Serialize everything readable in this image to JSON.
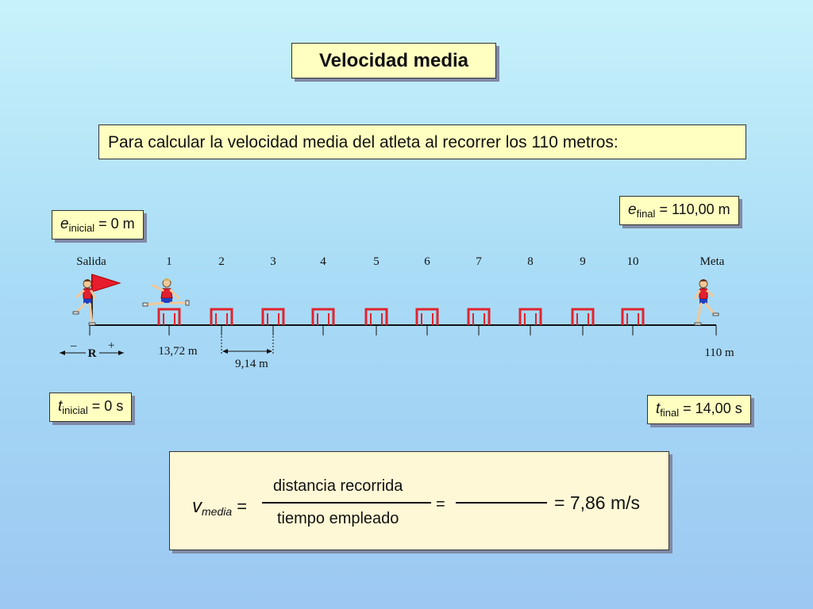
{
  "title": "Velocidad media",
  "intro": "Para calcular la velocidad media del atleta al recorrer los 110 metros:",
  "e_initial": {
    "symbol": "e",
    "sub": "inicial",
    "rest": " = 0 m"
  },
  "e_final": {
    "symbol": "e",
    "sub": "final",
    "rest": " = 110,00 m"
  },
  "t_initial": {
    "symbol": "t",
    "sub": "inicial",
    "rest": " = 0 s"
  },
  "t_final": {
    "symbol": "t",
    "sub": "final",
    "rest": " = 14,00 s"
  },
  "track": {
    "labels": [
      "Salida",
      "1",
      "2",
      "3",
      "4",
      "5",
      "6",
      "7",
      "8",
      "9",
      "10",
      "Meta"
    ],
    "hurdle_count": 10,
    "first_hurdle_distance": "13,72 m",
    "hurdle_spacing": "9,14 m",
    "finish_distance": "110 m",
    "ref_label": "R",
    "ref_minus": "–",
    "ref_plus": "+"
  },
  "formula": {
    "v_symbol": "v",
    "v_sub": "media",
    "lhs_eq": " =",
    "numerator": "distancia recorrida",
    "denominator": "tiempo empleado",
    "eq2": "=",
    "result": "= 7,86 m/s"
  },
  "colors": {
    "box_fill": "#ffffc0",
    "flag": "#e81c2c",
    "hurdle": "#e0242c",
    "runner_shirt": "#e02030",
    "runner_shorts": "#2040c0"
  }
}
